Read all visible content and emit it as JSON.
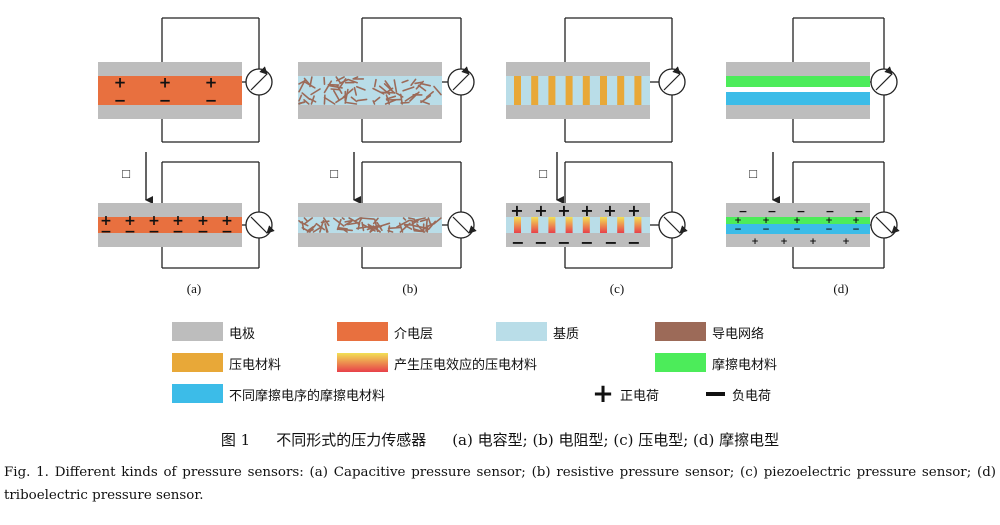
{
  "panels": [
    {
      "label": "(a)"
    },
    {
      "label": "(b)"
    },
    {
      "label": "(c)"
    },
    {
      "label": "(d)"
    }
  ],
  "charge_signs": {
    "plus": "+",
    "minus": "−"
  },
  "pressure_marker": "□",
  "colors": {
    "electrode": "#bdbdbd",
    "dielectric": "#e8703f",
    "substrate": "#b9dde8",
    "conductive_network": "#9c6a58",
    "piezo_material": "#e8a838",
    "piezo_effect_top": "#f2e055",
    "piezo_effect_bottom": "#e8404a",
    "tribo_material": "#4cec5a",
    "tribo_material_alt": "#3cbce8",
    "wire": "#222222"
  },
  "legend": [
    {
      "key": "electrode",
      "label": "电极"
    },
    {
      "key": "dielectric",
      "label": "介电层"
    },
    {
      "key": "substrate",
      "label": "基质"
    },
    {
      "key": "conductive_network",
      "label": "导电网络"
    },
    {
      "key": "piezo_material",
      "label": "压电材料"
    },
    {
      "key": "piezo_effect",
      "label": "产生压电效应的压电材料"
    },
    {
      "key": "tribo_material",
      "label": "摩擦电材料"
    },
    {
      "key": "tribo_material_alt",
      "label": "不同摩擦电序的摩擦电材料"
    },
    {
      "key": "positive_charge",
      "label": "正电荷"
    },
    {
      "key": "negative_charge",
      "label": "负电荷"
    }
  ],
  "caption_cn": {
    "figure_no": "图 1",
    "title": "不同形式的压力传感器",
    "parts": "(a) 电容型; (b) 电阻型; (c) 压电型; (d) 摩擦电型"
  },
  "caption_en": "Fig. 1. Different kinds of pressure sensors: (a) Capacitive pressure sensor; (b) resistive pressure sensor; (c) piezoelectric pressure sensor; (d) triboelectric pressure sensor."
}
